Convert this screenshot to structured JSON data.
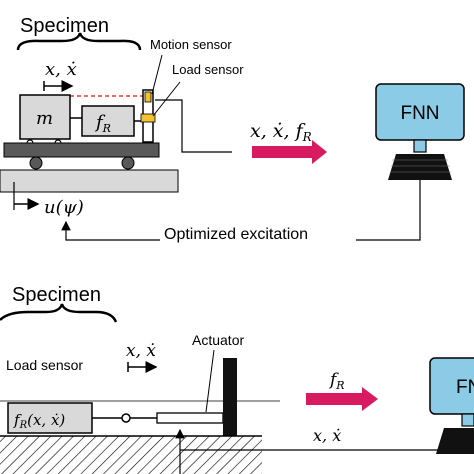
{
  "top": {
    "specimen_label": "Specimen",
    "motion_sensor_label": "Motion sensor",
    "load_sensor_label": "Load sensor",
    "mass_label": "m",
    "force_label": "f_R",
    "state_label": "x, ẋ",
    "signal_label": "x, ẋ, f_R",
    "input_label": "u(ψ)",
    "feedback_label": "Optimized excitation",
    "computer_label": "FNN"
  },
  "bottom": {
    "specimen_label": "Specimen",
    "load_sensor_label": "Load sensor",
    "actuator_label": "Actuator",
    "force_box_label": "f_R(x, ẋ)",
    "state_label": "x, ẋ",
    "signal_label": "f_R",
    "bottom_state_label": "x, ẋ",
    "computer_label": "FN"
  },
  "colors": {
    "monitor": "#8ccbe6",
    "arrow": "#d81b60",
    "block": "#d9d9d9",
    "carriage": "#595959",
    "ground": "#d9d9d9",
    "dashed_beam": "#e53935",
    "sensor": "#f2c12e"
  }
}
